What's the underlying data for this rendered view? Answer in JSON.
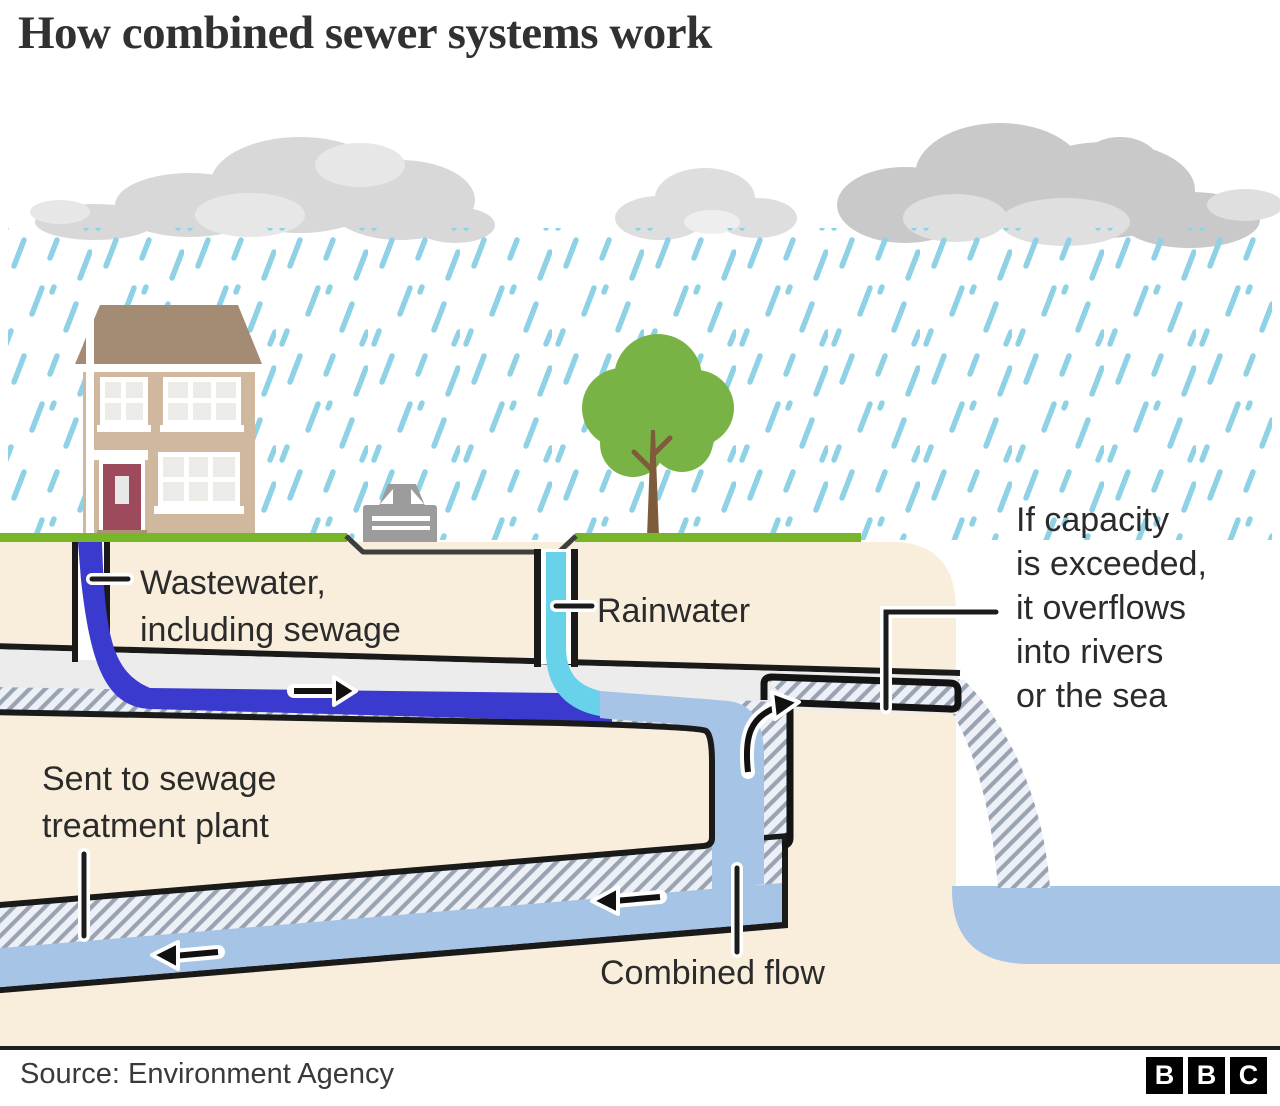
{
  "title": "How combined sewer systems work",
  "diagram": {
    "labels": {
      "wastewater": "Wastewater,\nincluding sewage",
      "rainwater": "Rainwater",
      "overflow": "If capacity\nis exceeded,\nit overflows\ninto rivers\nor the sea",
      "treatment": "Sent to sewage\ntreatment plant",
      "combined_flow": "Combined flow"
    },
    "colors": {
      "wastewater_blue": "#3b3acf",
      "rainwater_cyan": "#67d2ea",
      "combined_flow_blue": "#a6c4e6",
      "sea_blue": "#a6c4e6",
      "grass_green": "#77b629",
      "ground_beige": "#f8eedb",
      "pipe_interior_gray": "#ececec",
      "rain_drop": "#8fd2e5",
      "cloud_gray": "#d2d2d2",
      "hatch_stripe": "#9aa3b2",
      "hatch_background": "#edf1f7",
      "house_roof": "#a38c73",
      "house_wall": "#cfb89e",
      "door_red": "#9c4a5c",
      "tree_green": "#79b345",
      "outline_black": "#1a1a1a"
    }
  },
  "footer": {
    "source": "Source: Environment Agency",
    "logo_letters": [
      "B",
      "B",
      "C"
    ]
  }
}
